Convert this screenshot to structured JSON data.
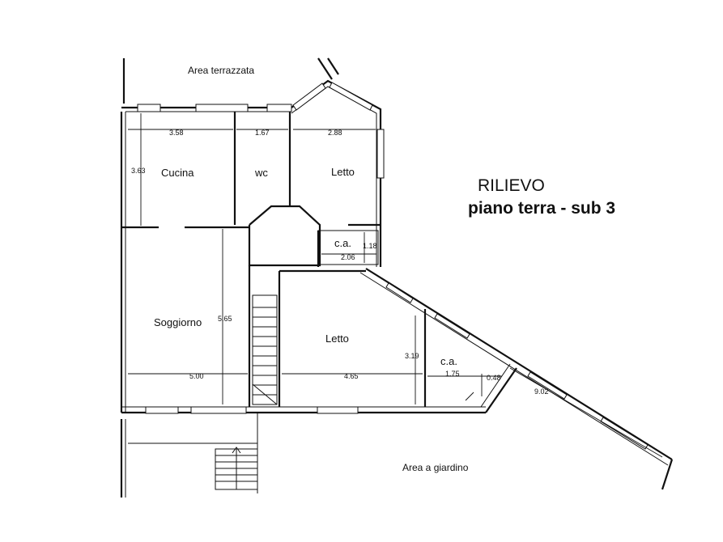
{
  "title": {
    "main": "RILIEVO",
    "sub": "piano terra - sub 3"
  },
  "areas": {
    "terrace": "Area terrazzata",
    "garden": "Area a giardino"
  },
  "rooms": {
    "kitchen": "Cucina",
    "wc": "wc",
    "bedroom_top": "Letto",
    "closet_top": "c.a.",
    "living": "Soggiorno",
    "bedroom_bottom": "Letto",
    "closet_bottom": "c.a."
  },
  "dimensions": {
    "kitchen_width": "3.58",
    "wc_width": "1.67",
    "bedroom_top_width": "2.88",
    "kitchen_height": "3.63",
    "closet_top_height": "1.18",
    "closet_top_width": "2.06",
    "living_height": "5.65",
    "living_width": "5.00",
    "bedroom_bottom_width": "4.65",
    "bedroom_bottom_height": "3.19",
    "closet_bottom_width": "1.75",
    "closet_bottom_depth": "0.48",
    "diagonal_wall": "9.02"
  }
}
